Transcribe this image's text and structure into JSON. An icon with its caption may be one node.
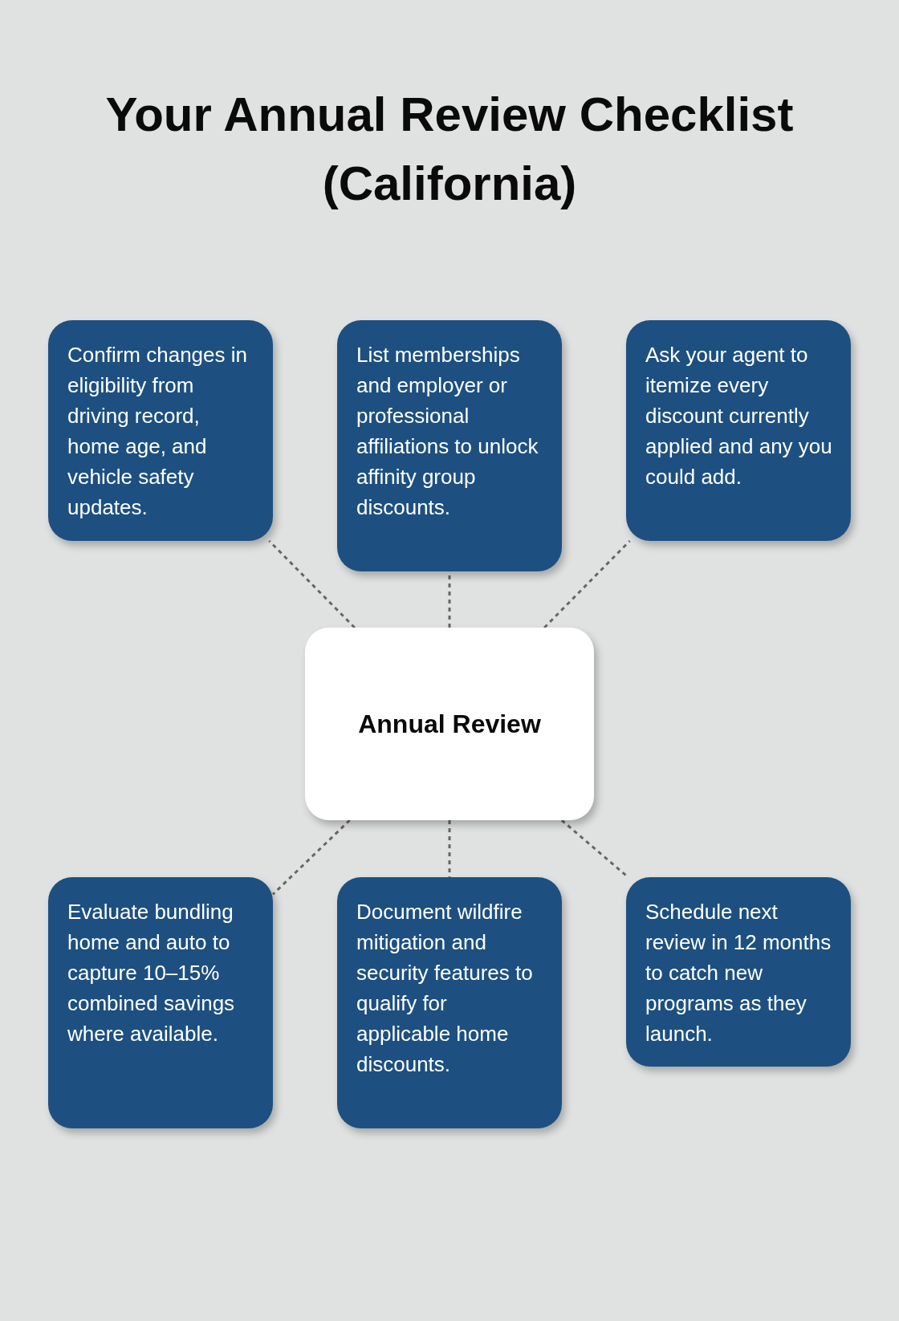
{
  "diagram": {
    "title": "Your Annual Review Checklist (California)",
    "nodes": [
      {
        "text": [
          "Confirm changes in eligibility from driving record, home age, and vehicle safety updates."
        ]
      },
      {
        "text": [
          "List memberships and employer or professional affiliations to unlock affinity group discounts."
        ]
      },
      {
        "text": [
          "Ask your agent to itemize every discount currently applied and any you could add."
        ]
      },
      {
        "text": [
          "Annual Review"
        ]
      },
      {
        "text": [
          "Evaluate bundling home and auto to capture 10–15% combined savings where available."
        ]
      },
      {
        "text": [
          "Document wildfire mitigation and security features to qualify for applicable home discounts."
        ]
      },
      {
        "text": [
          "Schedule next review in 12 months to catch new programs as they launch."
        ]
      }
    ],
    "edges": [
      {
        "from": 3,
        "to": 0,
        "arrow": "none",
        "style": "dashed"
      },
      {
        "from": 3,
        "to": 1,
        "arrow": "none",
        "style": "dashed"
      },
      {
        "from": 3,
        "to": 2,
        "arrow": "none",
        "style": "dashed"
      },
      {
        "from": 3,
        "to": 4,
        "arrow": "none",
        "style": "dashed"
      },
      {
        "from": 3,
        "to": 5,
        "arrow": "none",
        "style": "dashed"
      },
      {
        "from": 3,
        "to": 6,
        "arrow": "none",
        "style": "dashed"
      }
    ]
  }
}
